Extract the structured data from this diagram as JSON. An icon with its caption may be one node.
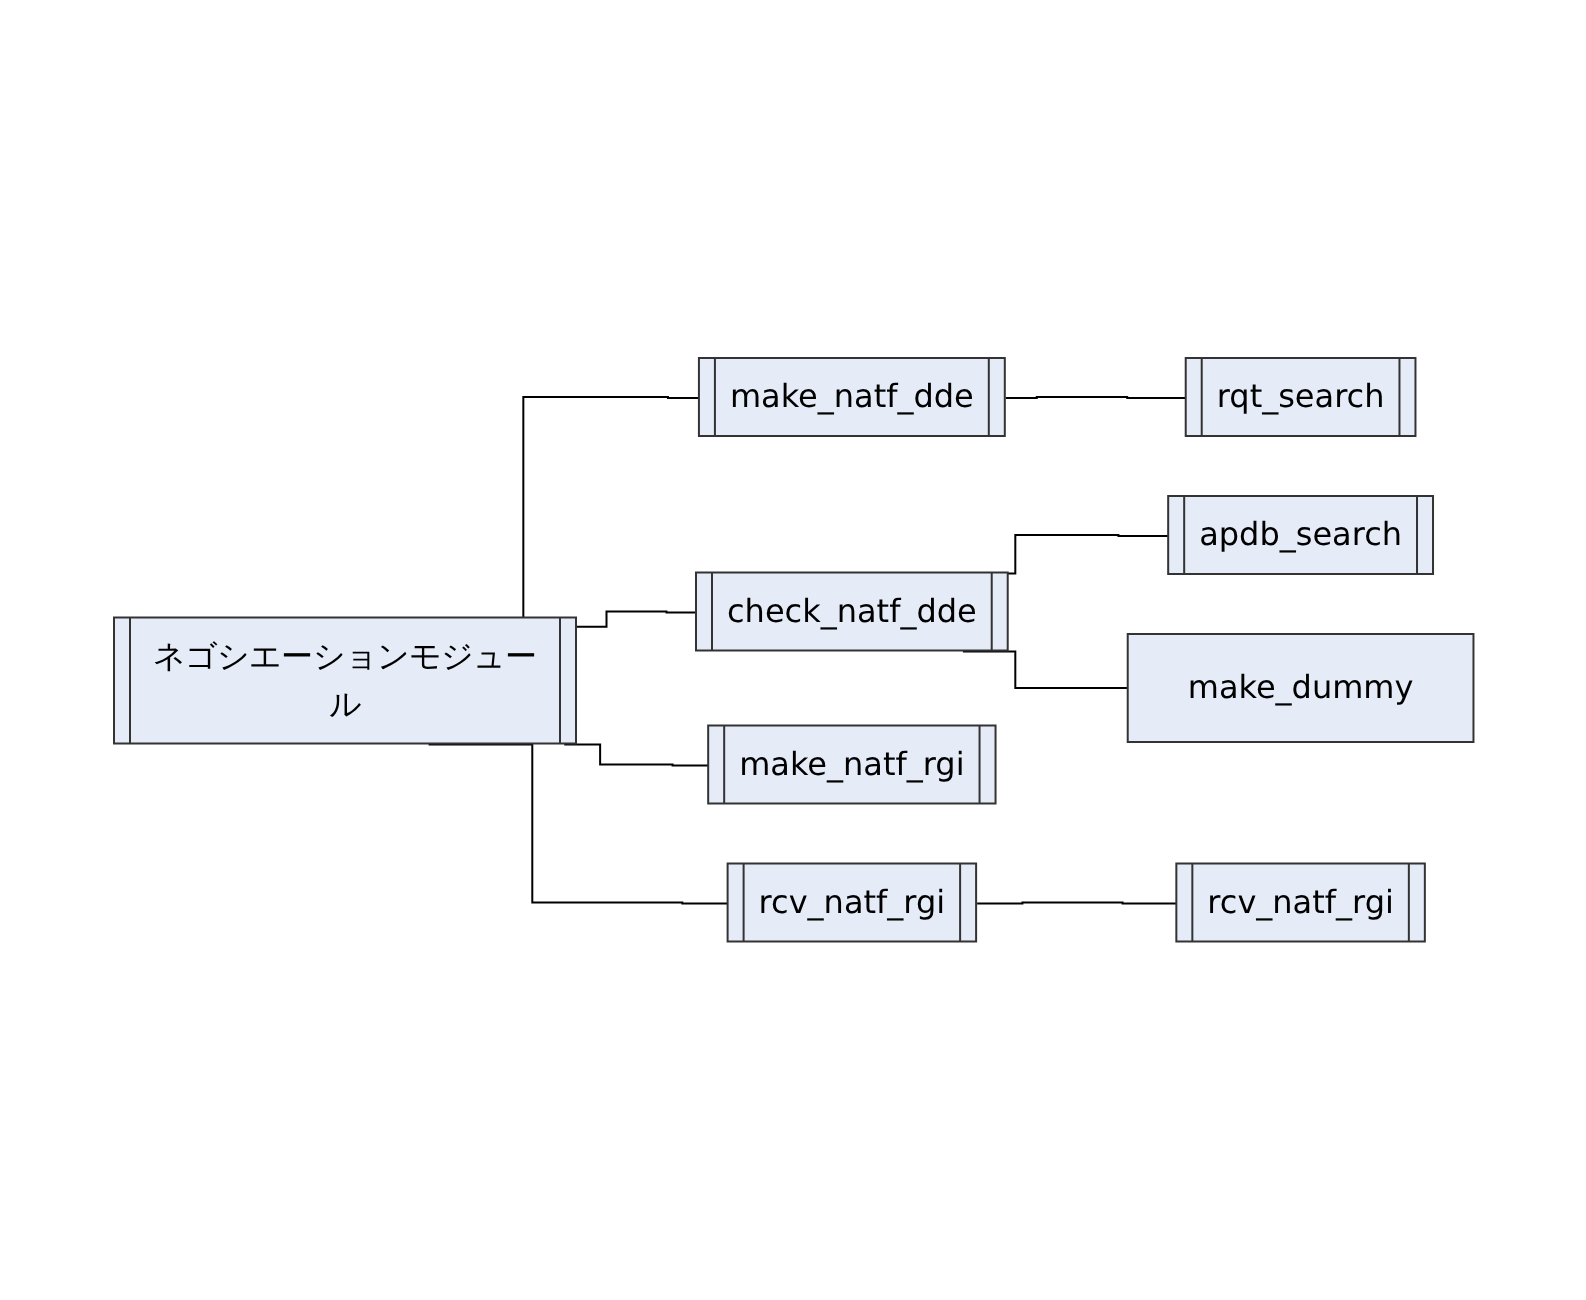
{
  "diagram": {
    "nodes": [
      {
        "text": [
          "ネゴシエーションモジュール"
        ]
      },
      {
        "text": [
          "make_natf_dde"
        ]
      },
      {
        "text": [
          "rqt_search"
        ]
      },
      {
        "text": [
          "check_natf_dde"
        ]
      },
      {
        "text": [
          "apdb_search"
        ]
      },
      {
        "text": [
          "make_dummy"
        ]
      },
      {
        "text": [
          "make_natf_rgi"
        ]
      },
      {
        "text": [
          "rcv_natf_rgi"
        ]
      },
      {
        "text": [
          "rcv_natf_rgi"
        ]
      }
    ],
    "edges": [
      {
        "from": 0,
        "to": 1,
        "arrow": "none"
      },
      {
        "from": 1,
        "to": 2,
        "arrow": "none"
      },
      {
        "from": 0,
        "to": 3,
        "arrow": "none"
      },
      {
        "from": 3,
        "to": 4,
        "arrow": "none"
      },
      {
        "from": 3,
        "to": 5,
        "arrow": "none"
      },
      {
        "from": 0,
        "to": 6,
        "arrow": "none"
      },
      {
        "from": 0,
        "to": 7,
        "arrow": "none"
      },
      {
        "from": 7,
        "to": 8,
        "arrow": "none"
      }
    ]
  }
}
